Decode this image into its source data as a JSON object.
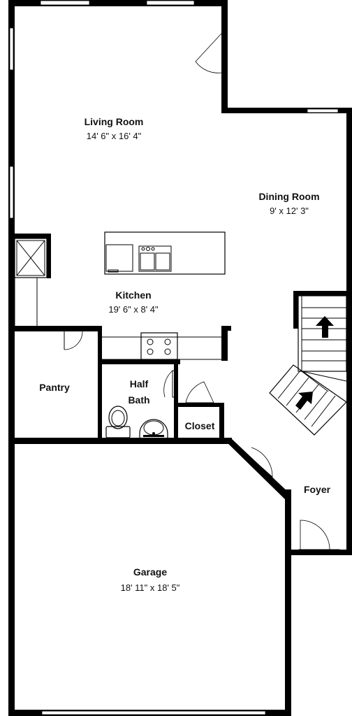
{
  "rooms": {
    "living_room": {
      "name": "Living Room",
      "dims": "14' 6\" x 16' 4\""
    },
    "dining_room": {
      "name": "Dining Room",
      "dims": "9' x 12' 3\""
    },
    "kitchen": {
      "name": "Kitchen",
      "dims": "19' 6\" x 8' 4\""
    },
    "pantry": {
      "name": "Pantry"
    },
    "half_bath": {
      "name_line1": "Half",
      "name_line2": "Bath"
    },
    "closet": {
      "name": "Closet"
    },
    "foyer": {
      "name": "Foyer"
    },
    "garage": {
      "name": "Garage",
      "dims": "18' 11\" x 18' 5\""
    }
  }
}
